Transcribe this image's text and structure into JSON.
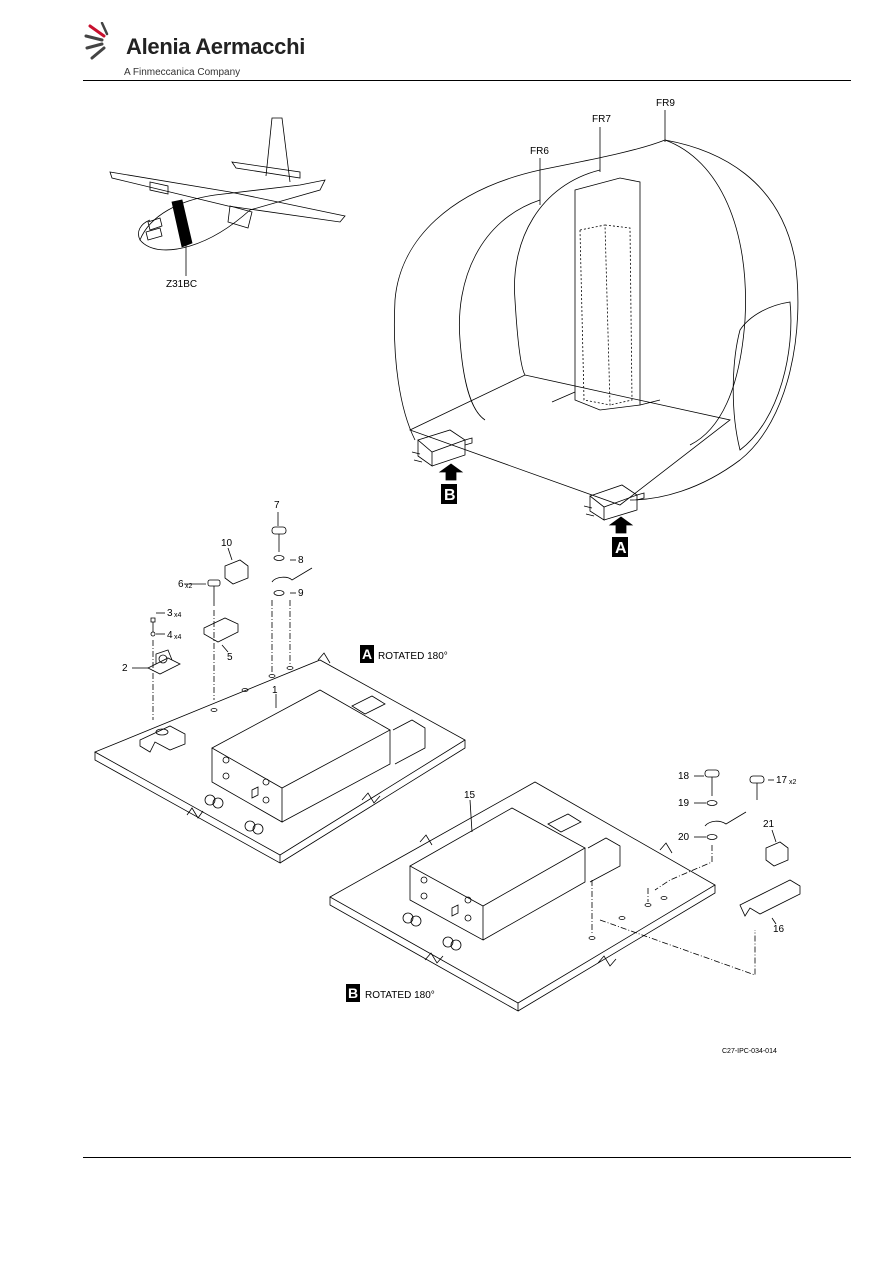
{
  "header": {
    "company_name": "Alenia Aermacchi",
    "company_subtitle": "A Finmeccanica Company"
  },
  "overview": {
    "zone_label": "Z31BC",
    "frame_labels": [
      "FR6",
      "FR7",
      "FR9"
    ],
    "view_markers": [
      "A",
      "B"
    ]
  },
  "view_a": {
    "marker": "A",
    "caption": "ROTATED 180°",
    "callouts": [
      {
        "item": "1",
        "qty": ""
      },
      {
        "item": "2",
        "qty": ""
      },
      {
        "item": "3",
        "qty": "x4"
      },
      {
        "item": "4",
        "qty": "x4"
      },
      {
        "item": "5",
        "qty": ""
      },
      {
        "item": "6",
        "qty": "x2"
      },
      {
        "item": "7",
        "qty": ""
      },
      {
        "item": "8",
        "qty": ""
      },
      {
        "item": "9",
        "qty": ""
      },
      {
        "item": "10",
        "qty": ""
      }
    ]
  },
  "view_b": {
    "marker": "B",
    "caption": "ROTATED 180°",
    "callouts": [
      {
        "item": "15",
        "qty": ""
      },
      {
        "item": "16",
        "qty": ""
      },
      {
        "item": "17",
        "qty": "x2"
      },
      {
        "item": "18",
        "qty": ""
      },
      {
        "item": "19",
        "qty": ""
      },
      {
        "item": "20",
        "qty": ""
      },
      {
        "item": "21",
        "qty": ""
      }
    ]
  },
  "figure_ref": "C27-IPC-034-014"
}
